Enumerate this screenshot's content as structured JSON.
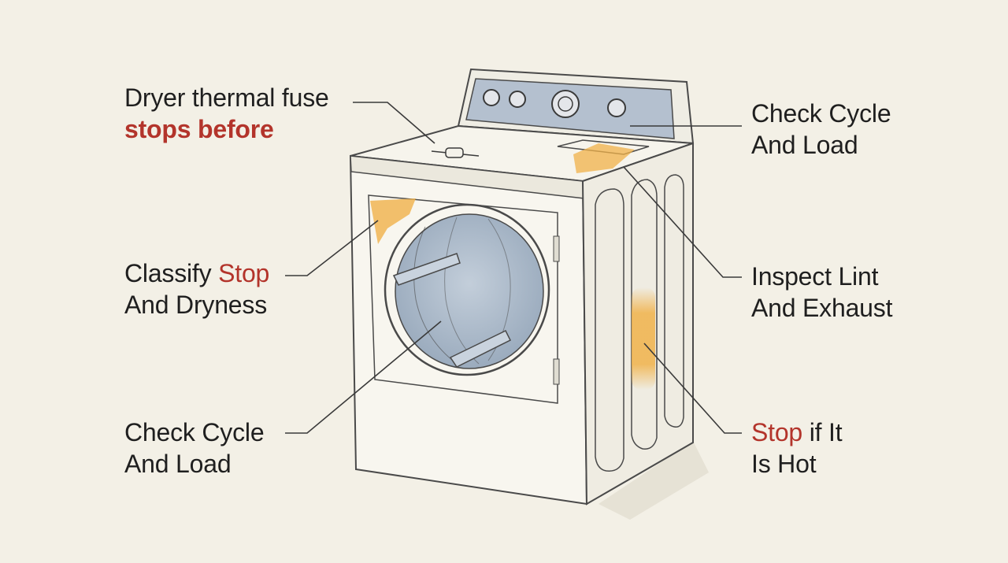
{
  "labels": {
    "fuse": {
      "line1": "Dryer thermal fuse",
      "line2": "stops before"
    },
    "classify": {
      "line1_a": "Classify ",
      "line1_b": "Stop",
      "line2": "And Dryness"
    },
    "cycle_left": {
      "line1": "Check Cycle",
      "line2": "And Load"
    },
    "cycle_right": {
      "line1": "Check Cycle",
      "line2": "And Load"
    },
    "lint": {
      "line1": "Inspect Lint",
      "line2": "And Exhaust"
    },
    "hot": {
      "line1_a": "Stop",
      "line1_b": " if It",
      "line2": "Is Hot"
    }
  },
  "colors": {
    "background": "#f3f0e6",
    "text": "#1f1f1f",
    "highlight_red": "#b3342b",
    "heat_orange": "#f0b24a",
    "drum_blue": "#a9b7c7",
    "panel_blue": "#b4c0cf",
    "outline": "#4a4a4a"
  },
  "icons": [
    "dryer-illustration",
    "thermal-fuse-icon",
    "control-knob-icon",
    "heat-spot"
  ]
}
